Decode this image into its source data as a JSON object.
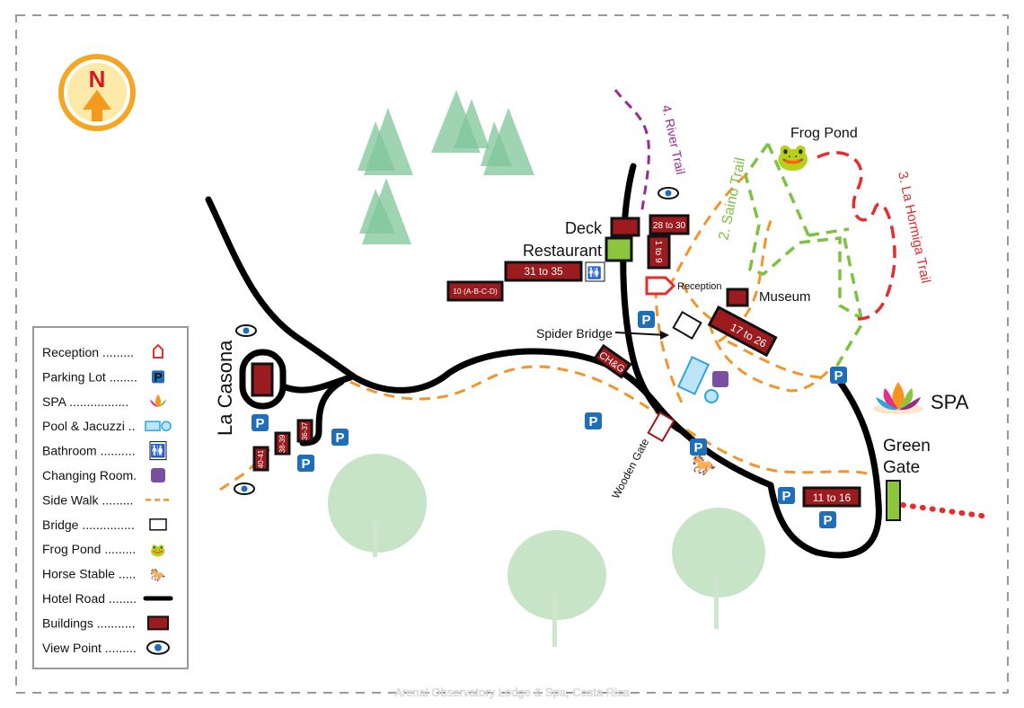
{
  "compass": {
    "letter": "N"
  },
  "places": {
    "la_casona": "La Casona",
    "deck": "Deck",
    "restaurant": "Restaurant",
    "reception": "Reception",
    "museum": "Museum",
    "spider_bridge": "Spider Bridge",
    "frog_pond": "Frog Pond",
    "spa": "SPA",
    "green_gate_1": "Green",
    "green_gate_2": "Gate",
    "wooden_gate": "Wooden Gate"
  },
  "trails": {
    "river": "4. River Trail",
    "saino": "2. Saino Trail",
    "hormiga": "3. La Hormiga Trail"
  },
  "buildings": {
    "b28_30": "28 to 30",
    "b1_9": "1 to 9",
    "b31_35": "31 to 35",
    "b10": "10 (A-B-C-D)",
    "b17_26": "17 to 26",
    "chg": "CH&G",
    "b11_16": "11 to 16",
    "b36_37": "36-37",
    "b38_39": "38-39",
    "b40_41": "40-41"
  },
  "parking_label": "P",
  "legend": {
    "items": [
      {
        "label": "Reception .........",
        "icon": "reception-icon"
      },
      {
        "label": "Parking Lot ........",
        "icon": "parking-icon"
      },
      {
        "label": "SPA .................",
        "icon": "spa-icon"
      },
      {
        "label": "Pool & Jacuzzi ..",
        "icon": "pool-icon"
      },
      {
        "label": "Bathroom ..........",
        "icon": "bathroom-icon"
      },
      {
        "label": "Changing Room.",
        "icon": "changing-room-icon"
      },
      {
        "label": "Side Walk .........",
        "icon": "sidewalk-icon"
      },
      {
        "label": "Bridge ...............",
        "icon": "bridge-icon"
      },
      {
        "label": "Frog Pond .........",
        "icon": "frog-icon"
      },
      {
        "label": "Horse Stable .....",
        "icon": "horse-icon"
      },
      {
        "label": "Hotel Road ........",
        "icon": "road-icon"
      },
      {
        "label": "Buildings ...........",
        "icon": "building-icon"
      },
      {
        "label": "View Point .........",
        "icon": "eye-icon"
      }
    ]
  },
  "footer": "Arenal Observatory Lodge & Spa, Costa Rica",
  "colors": {
    "building": "#9b1b1e",
    "road": "#000000",
    "sidewalk": "#f0962c",
    "parking": "#1f6fb8",
    "saino": "#7dc242",
    "hormiga": "#e52d2d",
    "river": "#9b2a8e"
  }
}
